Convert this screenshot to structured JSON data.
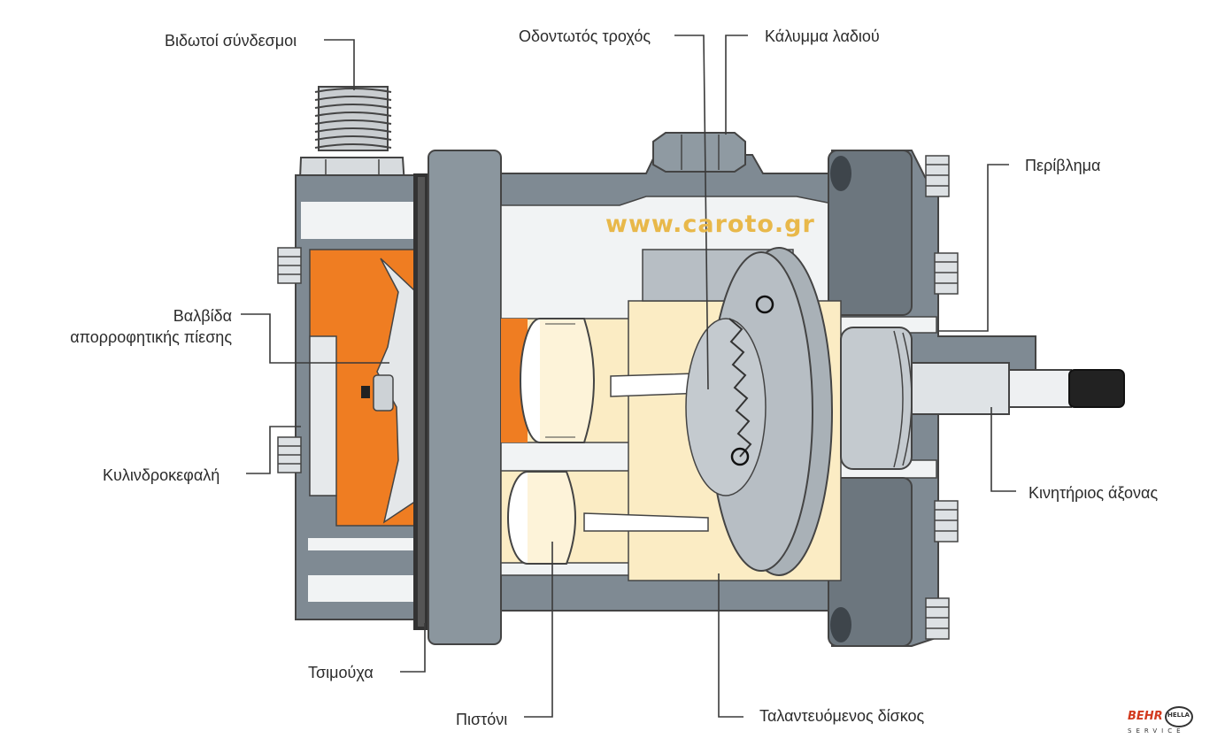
{
  "labels": {
    "threaded_connectors": "Βιδωτοί σύνδεσμοι",
    "gear_wheel": "Οδοντωτός τροχός",
    "oil_cover": "Κάλυμμα λαδιού",
    "housing": "Περίβλημα",
    "suction_valve_line1": "Βαλβίδα",
    "suction_valve_line2": "απορροφητικής πίεσης",
    "cylinder_head": "Κυλινδροκεφαλή",
    "drive_shaft": "Κινητήριος άξονας",
    "gasket": "Τσιμούχα",
    "piston": "Πιστόνι",
    "swash_plate": "Ταλαντευόμενος δίσκος"
  },
  "watermark": "www.caroto.gr",
  "logo": {
    "behr": "BEHR",
    "hella": "HELLA",
    "service": "SERVICE"
  },
  "colors": {
    "casing": "#7f8a93",
    "casing_dark": "#5d666e",
    "light_gray": "#b7bec4",
    "orange": "#ef7d22",
    "cream": "#fbecc4",
    "leader_line": "#3a3a3a"
  }
}
